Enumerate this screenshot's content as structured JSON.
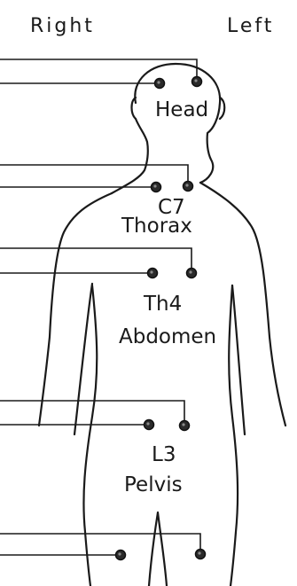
{
  "sides": {
    "right": "Right",
    "left": "Left"
  },
  "regions": {
    "head": "Head",
    "c7": "C7",
    "thorax": "Thorax",
    "th4": "Th4",
    "abdomen": "Abdomen",
    "l3": "L3",
    "pelvis": "Pelvis"
  },
  "colors": {
    "ink": "#1a1a1a",
    "background": "#ffffff"
  }
}
